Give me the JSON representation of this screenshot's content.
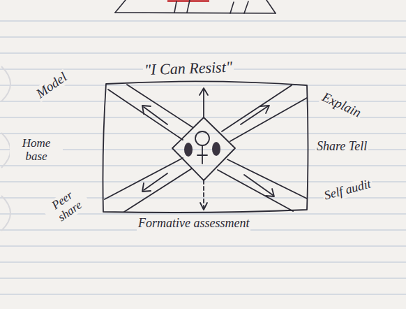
{
  "diagram": {
    "title": "\"I Can Resist\"",
    "labels": [
      "Model",
      "Explain",
      "Home base",
      "Share Tell",
      "Peer share",
      "Self audit",
      "Formative assessment"
    ]
  }
}
